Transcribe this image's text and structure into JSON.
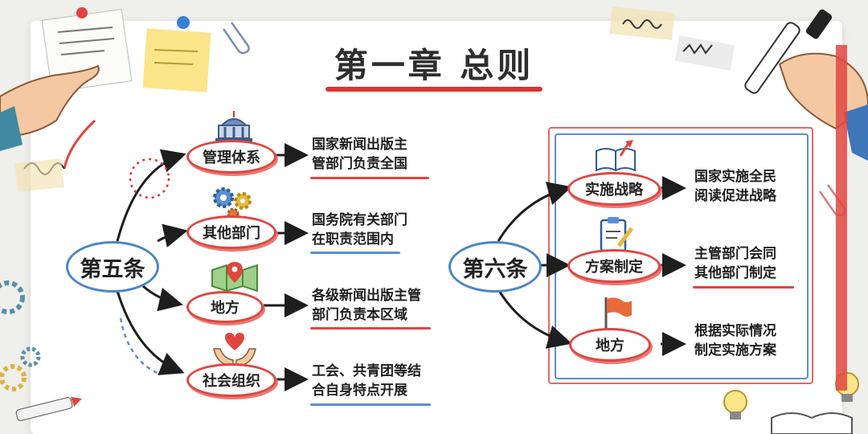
{
  "title": "第一章 总则",
  "article5": {
    "label": "第五条",
    "items": [
      {
        "node": "管理体系",
        "desc": [
          "国家新闻出版主",
          "管部门负责全国"
        ],
        "icon": "government-building-icon"
      },
      {
        "node": "其他部门",
        "desc": [
          "国务院有关部门",
          "在职责范围内"
        ],
        "icon": "gears-icon"
      },
      {
        "node": "地方",
        "desc": [
          "各级新闻出版主管",
          "部门负责本区域"
        ],
        "icon": "map-pin-icon"
      },
      {
        "node": "社会组织",
        "desc": [
          "工会、共青团等结",
          "合自身特点开展"
        ],
        "icon": "heart-hands-icon"
      }
    ]
  },
  "article6": {
    "label": "第六条",
    "items": [
      {
        "node": "实施战略",
        "desc": [
          "国家实施全民",
          "阅读促进战略"
        ],
        "icon": "open-book-arrow-icon"
      },
      {
        "node": "方案制定",
        "desc": [
          "主管部门会同",
          "其他部门制定"
        ],
        "icon": "clipboard-pen-icon"
      },
      {
        "node": "地方",
        "desc": [
          "根据实际情况",
          "制定实施方案"
        ],
        "icon": "flag-icon"
      }
    ]
  },
  "colors": {
    "accent_red": "#e04640",
    "accent_blue": "#4a86c8",
    "text": "#222222"
  }
}
